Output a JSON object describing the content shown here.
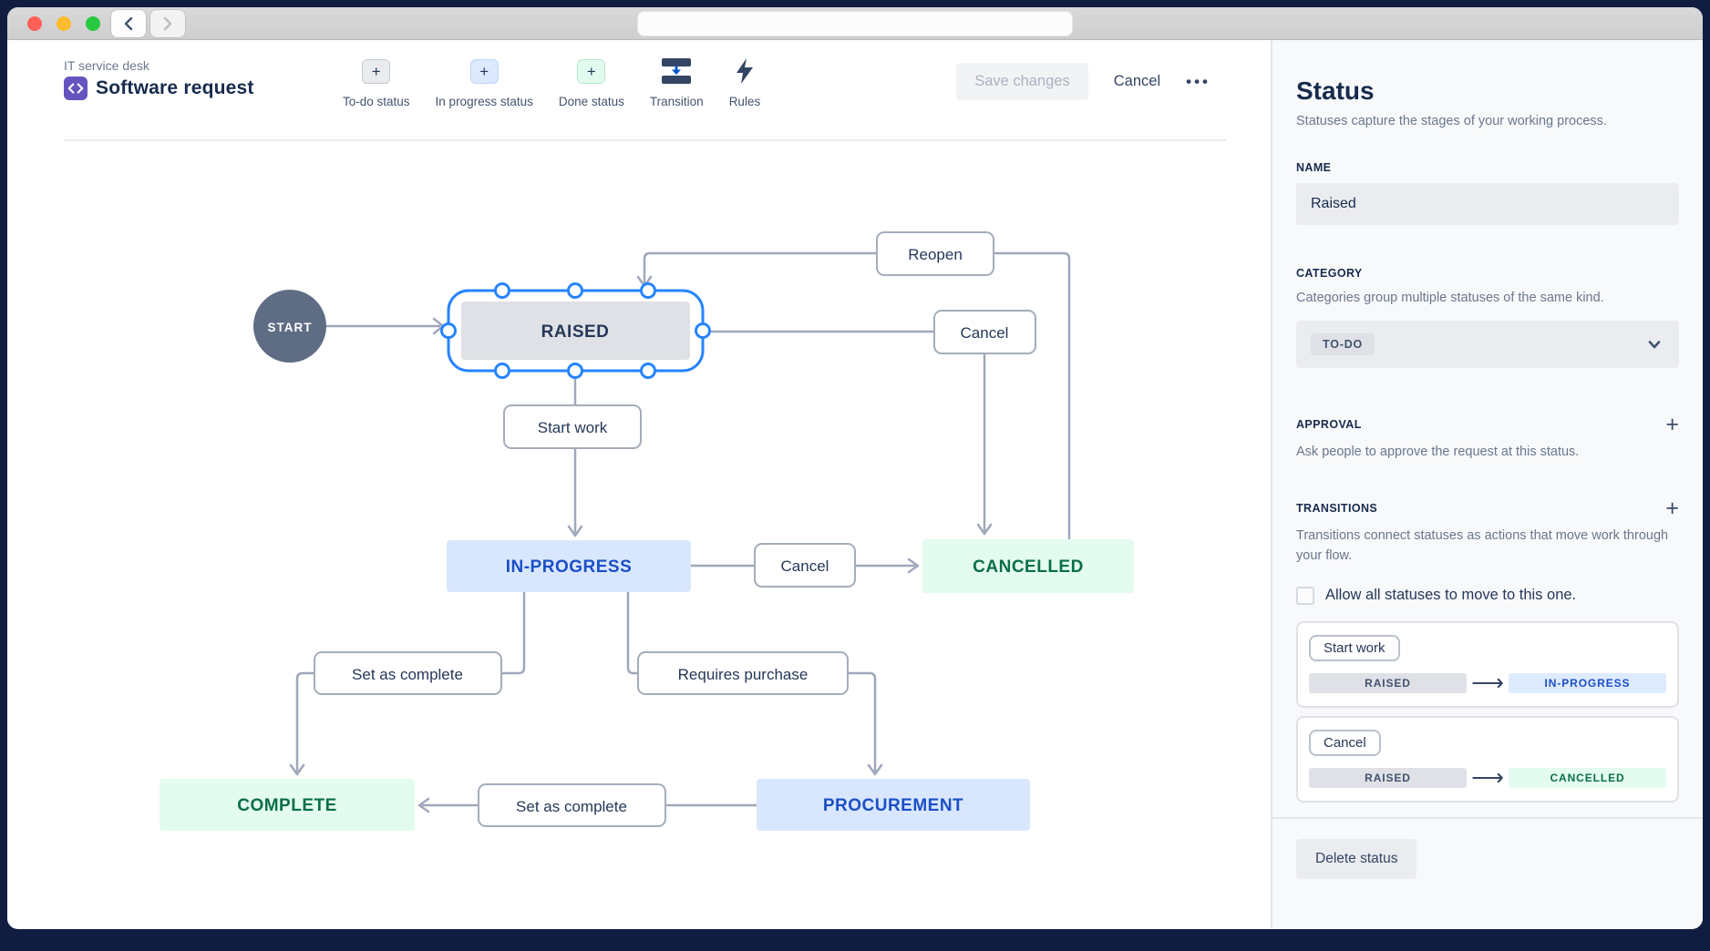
{
  "window": {
    "address_bar_value": ""
  },
  "header": {
    "project_label": "IT service desk",
    "title": "Software request",
    "toolbar": [
      {
        "label": "To-do status"
      },
      {
        "label": "In progress status"
      },
      {
        "label": "Done status"
      },
      {
        "label": "Transition"
      },
      {
        "label": "Rules"
      }
    ],
    "save_label": "Save changes",
    "cancel_label": "Cancel",
    "more_glyph": "•••"
  },
  "diagram": {
    "start_label": "START",
    "nodes": {
      "raised": {
        "label": "RAISED",
        "category": "todo",
        "selected": true
      },
      "in_progress": {
        "label": "IN-PROGRESS",
        "category": "in-progress"
      },
      "cancelled": {
        "label": "CANCELLED",
        "category": "done"
      },
      "complete": {
        "label": "COMPLETE",
        "category": "done"
      },
      "procurement": {
        "label": "PROCUREMENT",
        "category": "in-progress"
      }
    },
    "transitions": {
      "reopen": "Reopen",
      "cancel_from_raised": "Cancel",
      "start_work": "Start work",
      "cancel_from_in_progress": "Cancel",
      "set_as_complete_left": "Set as complete",
      "requires_purchase": "Requires purchase",
      "set_as_complete_bottom": "Set as complete"
    }
  },
  "sidebar": {
    "title": "Status",
    "subtitle": "Statuses capture the stages of your working process.",
    "name_section": {
      "label": "NAME",
      "value": "Raised"
    },
    "category_section": {
      "label": "CATEGORY",
      "description": "Categories group multiple statuses of the same kind.",
      "selected": "TO-DO"
    },
    "approval_section": {
      "label": "APPROVAL",
      "description": "Ask people to approve the request at this status."
    },
    "transitions_section": {
      "label": "TRANSITIONS",
      "description": "Transitions connect statuses as actions that move work through your flow.",
      "allow_all_label": "Allow all statuses to move to this one.",
      "allow_all_checked": false,
      "items": [
        {
          "action": "Start work",
          "from": "RAISED",
          "to": "IN-PROGRESS"
        },
        {
          "action": "Cancel",
          "from": "RAISED",
          "to": "CANCELLED"
        }
      ]
    },
    "delete_label": "Delete status"
  },
  "colors": {
    "selection_blue": "#2684ff",
    "todo_bg": "#dfe1e6",
    "in_progress_bg": "#d9e7fe",
    "in_progress_text": "#1b4fc7",
    "done_bg": "#e3fcef",
    "done_text": "#096e47",
    "connector": "#9fa8ba",
    "start_node": "#5e6c84"
  }
}
